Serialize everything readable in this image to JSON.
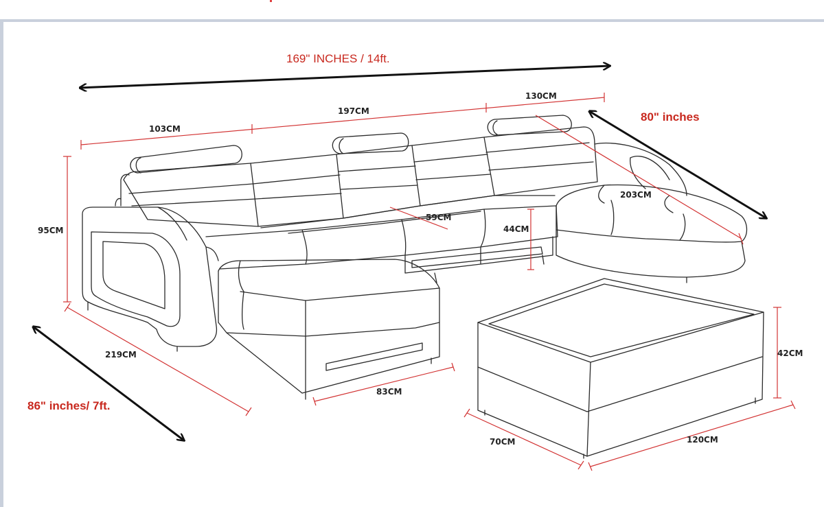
{
  "overall": {
    "length_label": "169\" INCHES / 14ft.",
    "right_chaise_diag_label": "80\" inches",
    "left_chaise_diag_label": "86\" inches/ 7ft."
  },
  "dimensions": {
    "seg_left": "103CM",
    "seg_middle": "197CM",
    "seg_right": "130CM",
    "height": "95CM",
    "chaise_depth": "203CM",
    "seat_depth": "59CM",
    "seat_height": "44CM",
    "left_length": "219CM",
    "chaise_width": "83CM",
    "ottoman_height": "42CM",
    "ottoman_depth": "70CM",
    "ottoman_width": "120CM"
  },
  "colors": {
    "dim_red": "#d23232",
    "label_red": "#c8281e",
    "ink": "#222222",
    "arrow": "#111111"
  }
}
